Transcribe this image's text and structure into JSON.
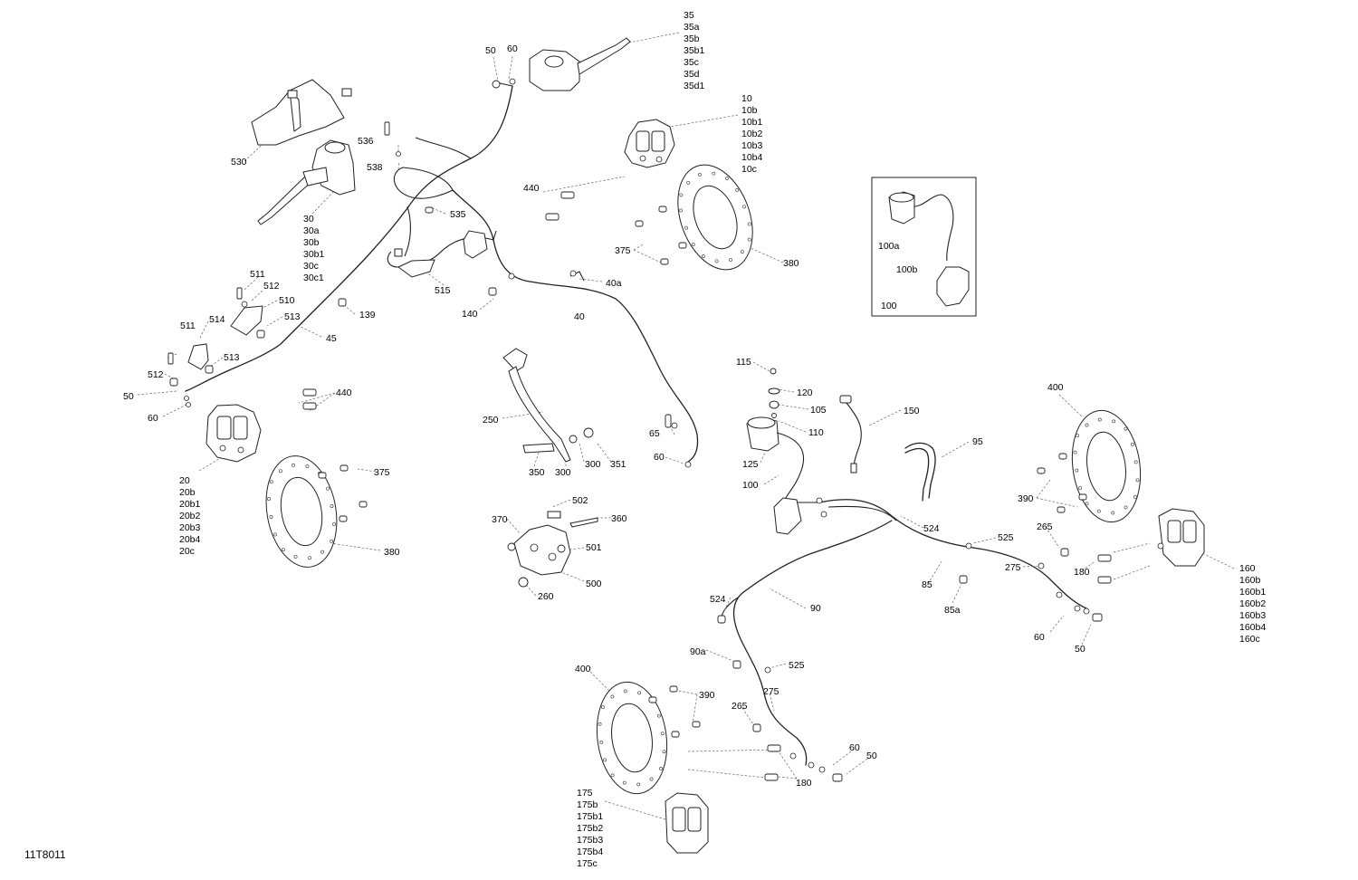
{
  "drawing_id": "11T8011",
  "callouts": {
    "c35": [
      "35",
      "35a",
      "35b",
      "35b1",
      "35c",
      "35d",
      "35d1"
    ],
    "c10": [
      "10",
      "10b",
      "10b1",
      "10b2",
      "10b3",
      "10b4",
      "10c"
    ],
    "c30": [
      "30",
      "30a",
      "30b",
      "30b1",
      "30c",
      "30c1"
    ],
    "c20": [
      "20",
      "20b",
      "20b1",
      "20b2",
      "20b3",
      "20b4",
      "20c"
    ],
    "c160": [
      "160",
      "160b",
      "160b1",
      "160b2",
      "160b3",
      "160b4",
      "160c"
    ],
    "c175": [
      "175",
      "175b",
      "175b1",
      "175b2",
      "175b3",
      "175b4",
      "175c"
    ]
  },
  "labels": {
    "l50a": "50",
    "l60a": "60",
    "l536": "536",
    "l538": "538",
    "l530": "530",
    "l440a": "440",
    "l535": "535",
    "l375a": "375",
    "l380a": "380",
    "l515": "515",
    "l140": "140",
    "l40a": "40a",
    "l40": "40",
    "l511a": "511",
    "l512a": "512",
    "l510": "510",
    "l139": "139",
    "l511b": "511",
    "l514": "514",
    "l513a": "513",
    "l513b": "513",
    "l45": "45",
    "l512b": "512",
    "l50b": "50",
    "l60b": "60",
    "l440b": "440",
    "l375b": "375",
    "l380b": "380",
    "l250": "250",
    "l350": "350",
    "l300a": "300",
    "l300b": "300",
    "l351": "351",
    "l65": "65",
    "l60c": "60",
    "l502": "502",
    "l370": "370",
    "l360": "360",
    "l501": "501",
    "l500": "500",
    "l260": "260",
    "l115": "115",
    "l120": "120",
    "l105": "105",
    "l110": "110",
    "l125": "125",
    "l100": "100",
    "l150": "150",
    "l95": "95",
    "l524a": "524",
    "l525a": "525",
    "l85": "85",
    "l85a": "85a",
    "l275a": "275",
    "l265a": "265",
    "l180a": "180",
    "l60d": "60",
    "l50d": "50",
    "l400a": "400",
    "l390a": "390",
    "l524b": "524",
    "l90": "90",
    "l90a": "90a",
    "l525b": "525",
    "l400b": "400",
    "l390b": "390",
    "l265b": "265",
    "l275b": "275",
    "l60e": "60",
    "l50e": "50",
    "l180b": "180",
    "l100a": "100a",
    "l100b": "100b",
    "l100c": "100"
  }
}
